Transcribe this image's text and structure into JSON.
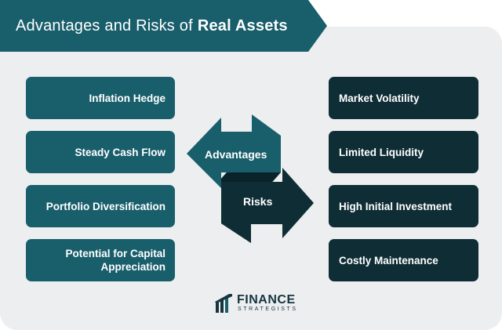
{
  "title": {
    "prefix": "Advantages and Risks of",
    "emphasis": "Real Assets"
  },
  "advantages": {
    "label": "Advantages",
    "items": [
      "Inflation Hedge",
      "Steady Cash Flow",
      "Portfolio Diversification",
      "Potential for Capital Appreciation"
    ]
  },
  "risks": {
    "label": "Risks",
    "items": [
      "Market Volatility",
      "Limited Liquidity",
      "High Initial Investment",
      "Costly Maintenance"
    ]
  },
  "logo": {
    "word1": "FINANCE",
    "word2": "STRATEGISTS",
    "icon": "bar-chart-logo-icon"
  },
  "colors": {
    "teal": "#195e6b",
    "dark": "#0f2d35",
    "arrow_shadow": "#0a2229",
    "panel": "#eceef0"
  }
}
